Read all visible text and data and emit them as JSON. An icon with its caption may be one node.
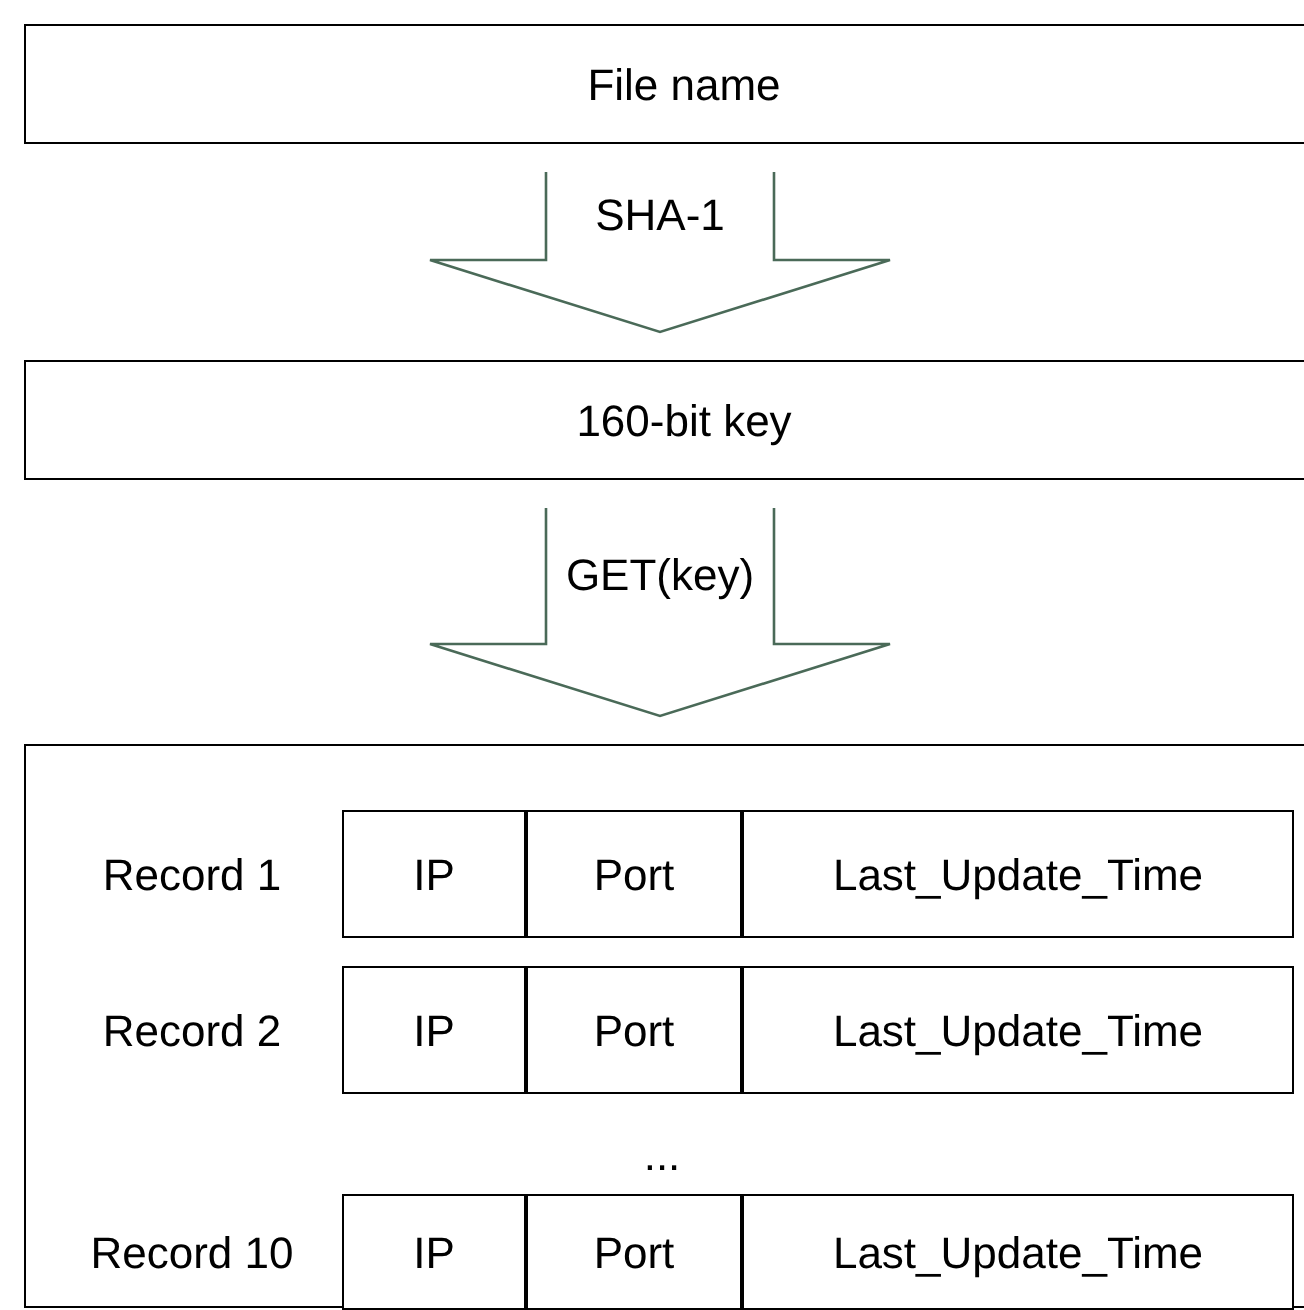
{
  "diagram": {
    "nodes": [
      {
        "text": [
          "File name"
        ]
      },
      {
        "text": [
          "160-bit key"
        ]
      },
      {
        "text": [],
        "shape": "box"
      },
      {
        "text": [
          "IP"
        ],
        "in": 2
      },
      {
        "text": [
          "Port"
        ],
        "in": 2
      },
      {
        "text": [
          "Last_Update_Time"
        ],
        "in": 2
      },
      {
        "text": [
          "IP"
        ],
        "in": 2
      },
      {
        "text": [
          "Port"
        ],
        "in": 2
      },
      {
        "text": [
          "Last_Update_Time"
        ],
        "in": 2
      },
      {
        "text": [
          "IP"
        ],
        "in": 2
      },
      {
        "text": [
          "Port"
        ],
        "in": 2
      },
      {
        "text": [
          "Last_Update_Time"
        ],
        "in": 2
      }
    ],
    "edges": [
      {
        "from": 0,
        "to": 1,
        "arrow": "to",
        "label": "SHA-1"
      },
      {
        "from": 1,
        "to": 2,
        "arrow": "to",
        "label": "GET(key)"
      }
    ],
    "labels": [
      "Record 1",
      "Record 2",
      "...",
      "Record 10"
    ]
  }
}
